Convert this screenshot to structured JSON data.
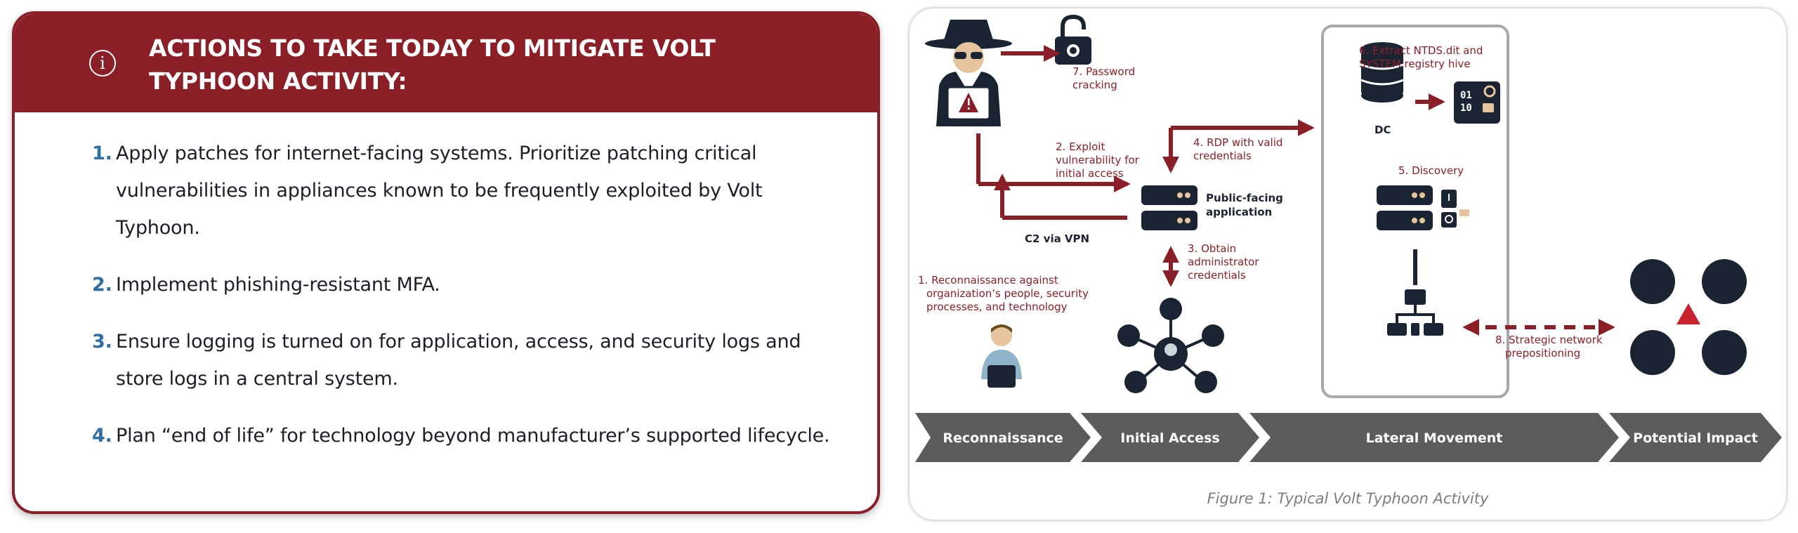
{
  "actions_panel": {
    "title": "ACTIONS TO TAKE TODAY TO MITIGATE VOLT TYPHOON ACTIVITY:",
    "info_icon_glyph": "i",
    "items": [
      {
        "number": "1.",
        "text": "Apply patches for internet-facing systems. Prioritize patching critical vulnerabilities in appliances known to be frequently exploited by Volt Typhoon."
      },
      {
        "number": "2.",
        "text": "Implement phishing-resistant MFA."
      },
      {
        "number": "3.",
        "text": "Ensure logging is turned on for application, access, and security logs and store logs in a central system."
      },
      {
        "number": "4.",
        "text": "Plan “end of life” for technology beyond manufacturer’s supported lifecycle."
      }
    ]
  },
  "figure": {
    "caption": "Figure 1: Typical Volt Typhoon Activity",
    "steps": {
      "s1": [
        "1. Reconnaissance against",
        "organization’s people, security",
        "processes, and technology"
      ],
      "s2": [
        "2. Exploit",
        "vulnerability for",
        "initial access"
      ],
      "s3": [
        "3. Obtain",
        "administrator",
        "credentials"
      ],
      "s4": [
        "4. RDP with valid",
        "credentials"
      ],
      "s5": [
        "5. Discovery"
      ],
      "s6": [
        "6. Extract NTDS.dit and",
        "SYSTEM registry hive"
      ],
      "s7": [
        "7. Password",
        "cracking"
      ],
      "s8": [
        "8. Strategic network",
        "prepositioning"
      ]
    },
    "labels": {
      "c2": "C2 via VPN",
      "public_app": [
        "Public-facing",
        "application"
      ],
      "dc": "DC",
      "binary": [
        "01",
        "10"
      ]
    },
    "phases": [
      "Reconnaissance",
      "Initial Access",
      "Lateral Movement",
      "Potential Impact"
    ],
    "colors": {
      "accent": "#8a1f28",
      "navy": "#1a2433",
      "phase_bar": "#5c5c5c",
      "number_blue": "#2f6fa3"
    }
  }
}
